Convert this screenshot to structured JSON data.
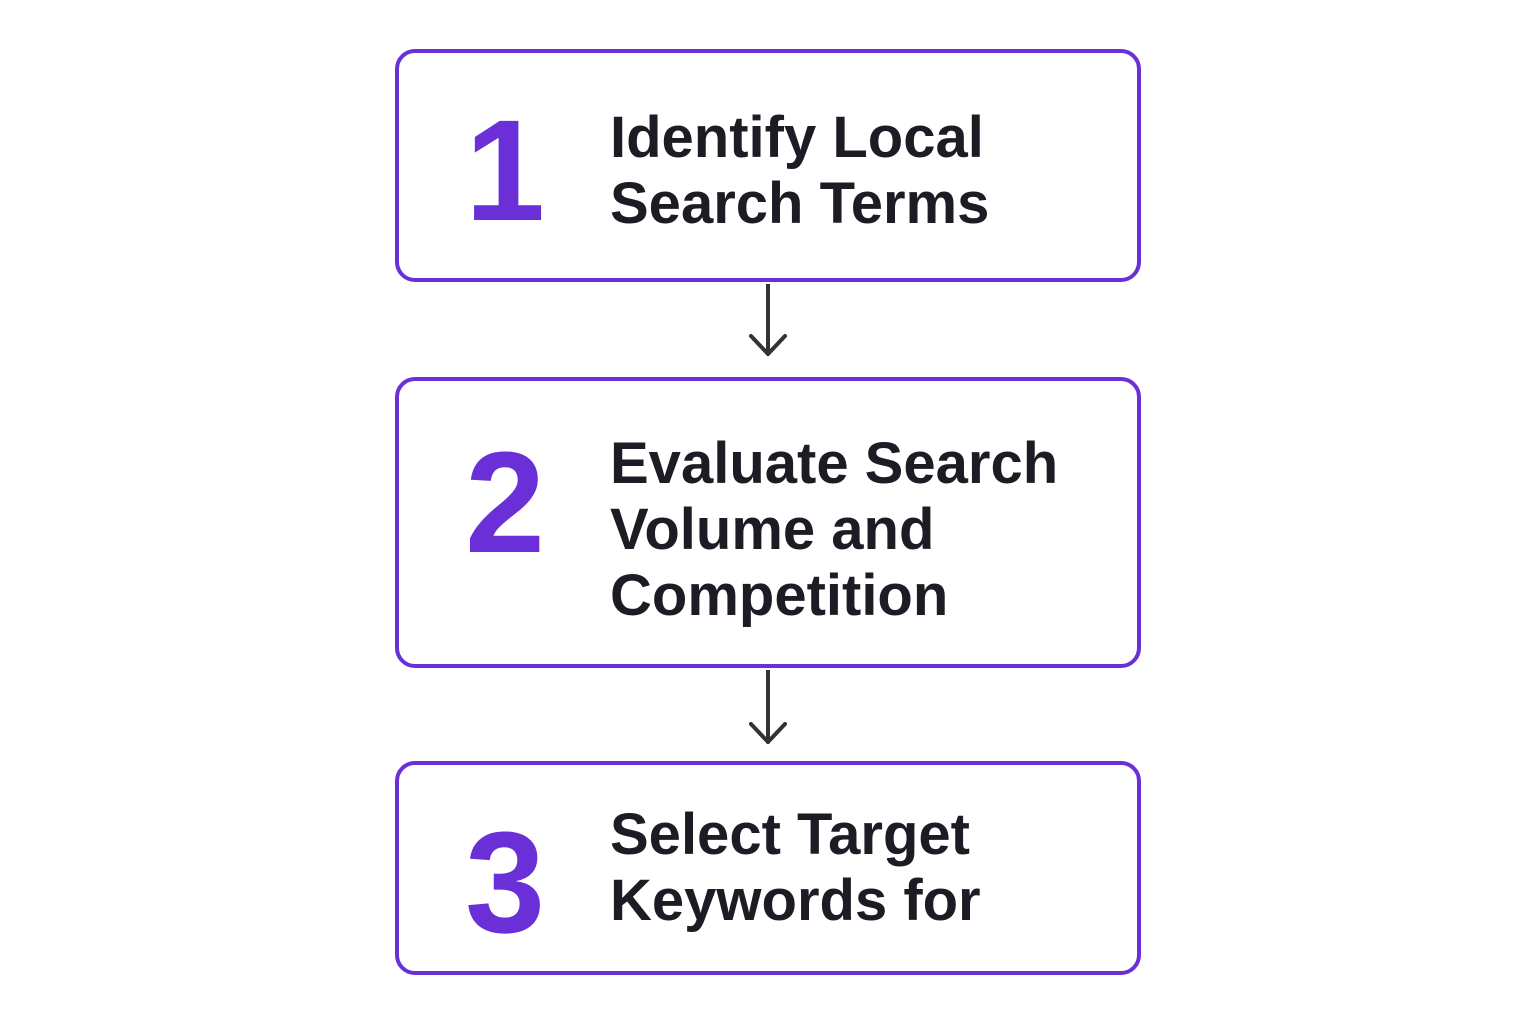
{
  "colors": {
    "accent": "#6a2fd6",
    "text": "#1c1c24",
    "arrow": "#333333"
  },
  "steps": [
    {
      "number": "1",
      "lines": [
        "Identify Local",
        "Search Terms"
      ]
    },
    {
      "number": "2",
      "lines": [
        "Evaluate Search",
        "Volume and",
        "Competition"
      ]
    },
    {
      "number": "3",
      "lines": [
        "Select Target",
        "Keywords for"
      ]
    }
  ]
}
